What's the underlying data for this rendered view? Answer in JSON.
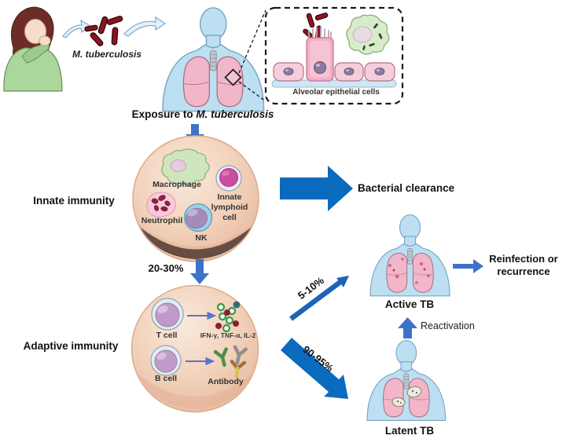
{
  "palette": {
    "arrow_blue_dark": "#0a6abd",
    "arrow_blue_medium": "#3d73c6",
    "body_blue": "#bcdff2",
    "lung_pink": "#f2b6c9",
    "circle_peach": "#efc9ae",
    "bacteria_red": "#8c1420",
    "macrophage_green": "#d2e7c0",
    "sweater_green": "#abd69c"
  },
  "exposure": {
    "pathogen_label": "M. tuberculosis",
    "caption_prefix": "Exposure to ",
    "caption_pathogen": "M. tuberculosis",
    "inset_caption": "Alveolar epithelial cells"
  },
  "innate": {
    "title": "Innate immunity",
    "macrophage_label": "Macrophage",
    "neutrophil_label": "Neutrophil",
    "nk_label": "NK",
    "ilc_label": "Innate lymphoid cell",
    "outcome_label": "Bacterial clearance",
    "to_adaptive_pct": "20-30%"
  },
  "adaptive": {
    "title": "Adaptive immunity",
    "t_cell_label": "T cell",
    "b_cell_label": "B cell",
    "cytokines_label": "IFN-γ, TNF-α, IL-2",
    "antibody_label": "Antibody",
    "to_active_pct": "5-10%",
    "to_latent_pct": "90-95%"
  },
  "outcomes": {
    "active_title": "Active TB",
    "latent_title": "Latent TB",
    "reactivation_label": "Reactivation",
    "reinfection_line1": "Reinfection or",
    "reinfection_line2": "recurrence"
  }
}
